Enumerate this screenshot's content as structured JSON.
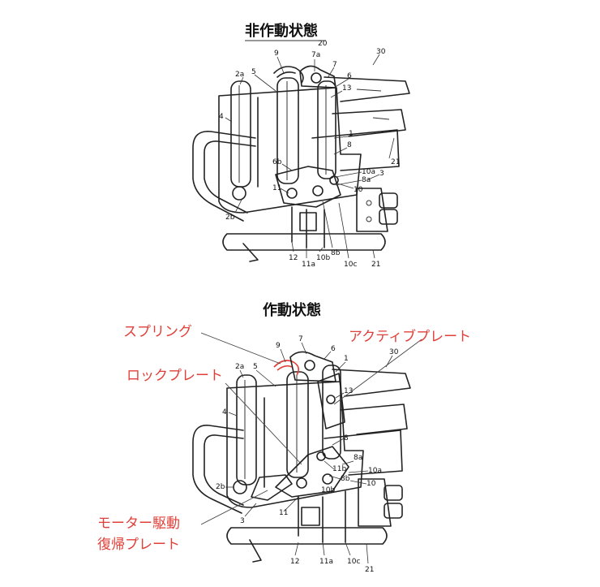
{
  "titles": {
    "top": "非作動状態",
    "bottom": "作動状態"
  },
  "top_labels": {
    "l20": "20",
    "l30": "30",
    "l9": "9",
    "l7a": "7a",
    "l7": "7",
    "l2a": "2a",
    "l5": "5",
    "l6": "6",
    "l13": "13",
    "l4": "4",
    "l1": "1",
    "l8": "8",
    "l21a": "21",
    "l6b": "6b",
    "l10a": "10a",
    "l3": "3",
    "l8a": "8a",
    "l11": "11",
    "l10": "10",
    "l2b": "2b",
    "l12": "12",
    "l11a": "11a",
    "l10b": "10b",
    "l8b": "8b",
    "l10c": "10c",
    "l21b": "21"
  },
  "bottom_labels": {
    "l7": "7",
    "l9": "9",
    "l6": "6",
    "l1": "1",
    "l30": "30",
    "l2a": "2a",
    "l5": "5",
    "l13": "13",
    "l4": "4",
    "l8": "8",
    "l11b": "11b",
    "l8a": "8a",
    "l10a": "10a",
    "l8b": "8b",
    "l10b": "10b",
    "l10": "10",
    "l2b": "2b",
    "l3": "3",
    "l11": "11",
    "l12": "12",
    "l11a": "11a",
    "l10c": "10c",
    "l21": "21"
  },
  "annotations": {
    "spring": "スプリング",
    "active_plate": "アクティブプレート",
    "lock_plate": "ロックプレート",
    "motor_line1": "モーター駆動",
    "motor_line2": "復帰プレート"
  },
  "colors": {
    "annotation": "#e0403a",
    "drawing": "#222222"
  }
}
